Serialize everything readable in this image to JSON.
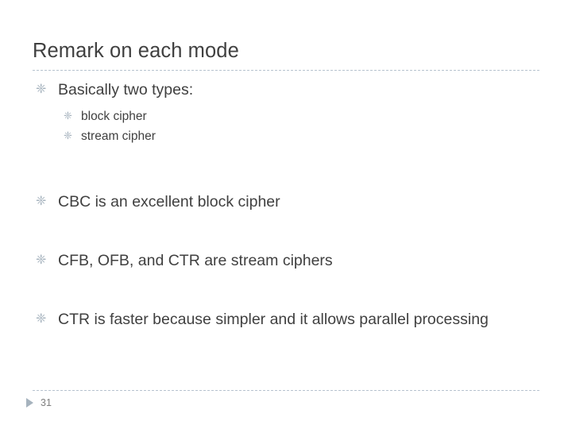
{
  "slide": {
    "title": "Remark on each mode",
    "bullet_marker": "❈",
    "sub_bullet_marker": "❈",
    "page_number": "31",
    "colors": {
      "text": "#404040",
      "marker": "#a6b3be",
      "rule": "#b7c3cf",
      "page_number": "#7f7f7f"
    },
    "bullets": [
      {
        "text": "Basically two types:",
        "sub": [
          "block cipher",
          "stream cipher"
        ]
      },
      {
        "text": "CBC is an excellent block cipher",
        "sub": []
      },
      {
        "text": "CFB, OFB, and CTR are stream ciphers",
        "sub": []
      },
      {
        "text": "CTR is faster because simpler and it allows parallel processing",
        "sub": []
      }
    ]
  }
}
